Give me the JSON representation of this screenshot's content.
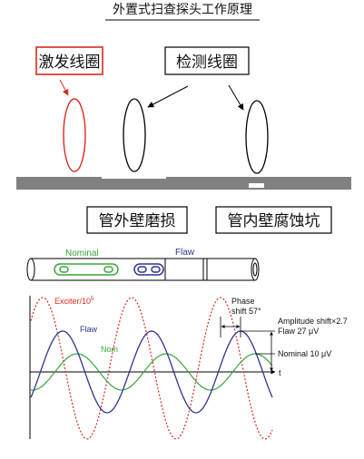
{
  "title": "外置式扫查探头工作原理",
  "coils": {
    "exciter_label": "激发线圈",
    "detector_label": "检测线圈"
  },
  "defects": {
    "outer_wall_wear": "管外壁磨损",
    "inner_wall_pit": "管内壁腐蚀坑"
  },
  "probe": {
    "nominal_label": "Nominal",
    "flaw_label": "Flaw"
  },
  "signals": {
    "exciter_label": "Exciter/10",
    "exciter_exponent": "5",
    "flaw_label": "Flaw",
    "nominal_label": "Nom",
    "time_axis_label": "t",
    "phase_line1": "Phase",
    "phase_line2": "shift 57°",
    "amplitude_shift": "Amplitude shift×2.7",
    "flaw_amplitude": "Flaw 27 μV",
    "nominal_amplitude": "Nominal 10 μV"
  },
  "colors": {
    "exciter": "#d62b20",
    "nominal": "#3aa53a",
    "flaw": "#2d3590",
    "wall": "#808080"
  }
}
